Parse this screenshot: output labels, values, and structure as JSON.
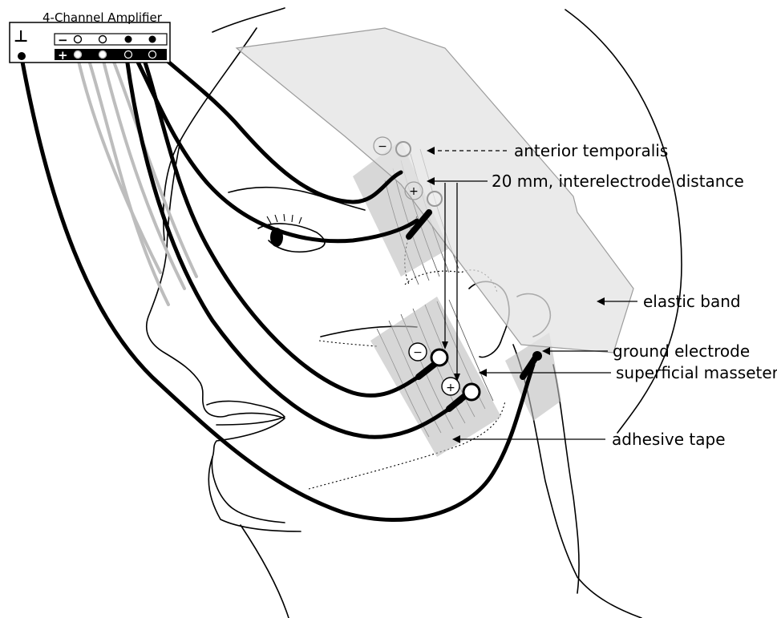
{
  "amplifier": {
    "title": "4-Channel Amplifier",
    "ground_symbol": "⊥",
    "minus_sign": "−",
    "plus_sign": "+"
  },
  "electrode_signs": {
    "minus": "−",
    "plus": "+"
  },
  "labels": {
    "anterior_temporalis": "anterior temporalis",
    "interelectrode_distance": "20 mm, interelectrode distance",
    "elastic_band": "elastic band",
    "ground_electrode": "ground electrode",
    "superficial_masseter": "superficial masseter",
    "adhesive_tape": "adhesive tape"
  },
  "colors": {
    "cable_active": "#000000",
    "cable_inactive": "#bdbdbd",
    "band_fill": "#e3e3e3",
    "tape_fill": "#bdbdbd"
  }
}
